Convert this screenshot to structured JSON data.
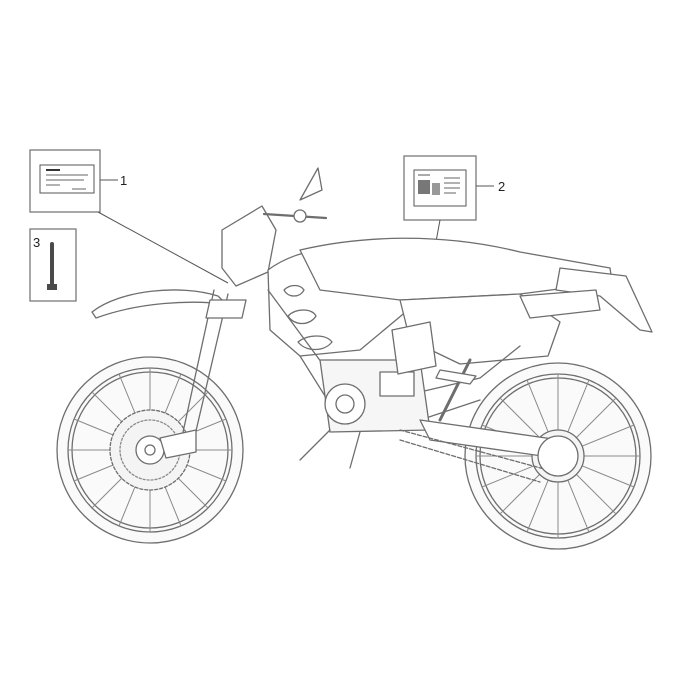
{
  "callouts": {
    "one": "1",
    "two": "2",
    "three": "3"
  },
  "colors": {
    "line": "#6e6e6e",
    "fill": "#f2f2f2",
    "dark": "#4a4a4a"
  },
  "icons": [
    "motorcycle-drawing",
    "label-plate-icon",
    "info-decal-icon",
    "screw-icon"
  ]
}
